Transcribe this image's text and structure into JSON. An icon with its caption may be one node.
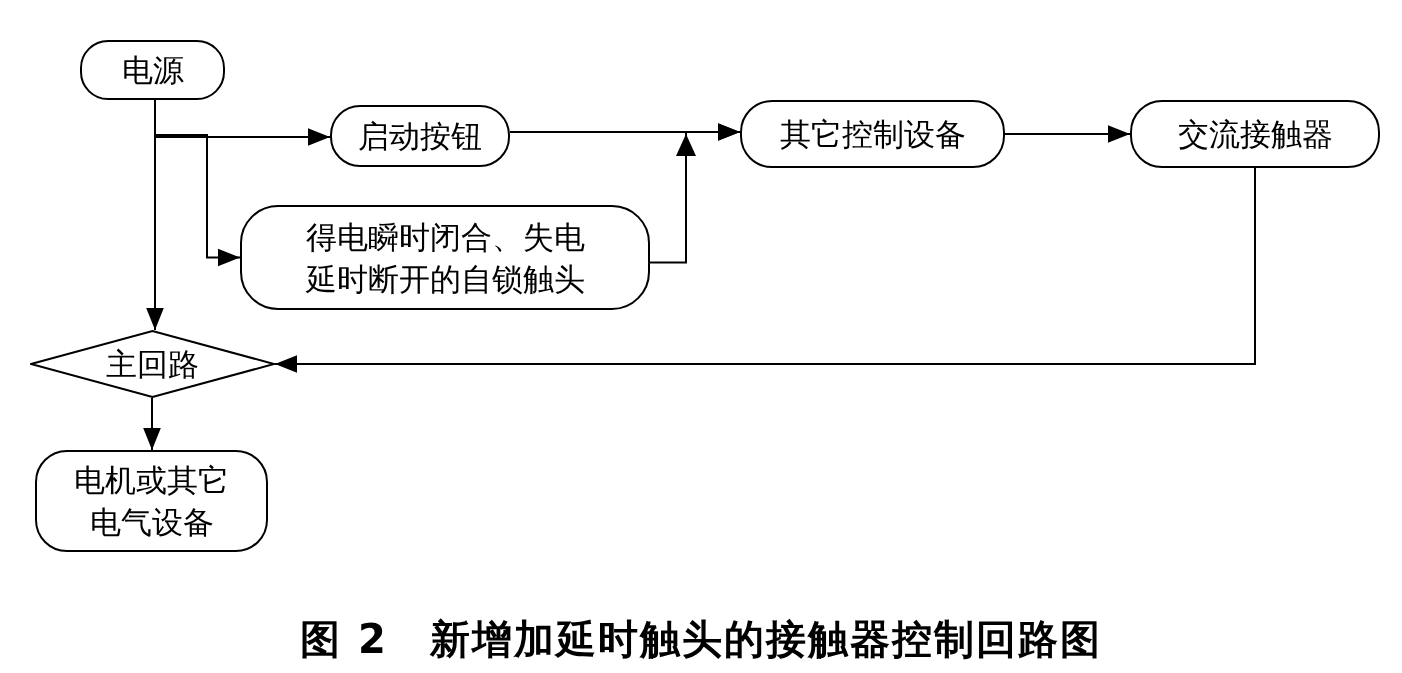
{
  "diagram": {
    "caption": "图 2　新增加延时触头的接触器控制回路图",
    "nodes": [
      {
        "text": [
          "电源"
        ]
      },
      {
        "text": [
          "启动按钮"
        ]
      },
      {
        "text": [
          "得电瞬时闭合、失电延时断开的自锁触头"
        ]
      },
      {
        "text": [
          "其它控制设备"
        ]
      },
      {
        "text": [
          "交流接触器"
        ]
      },
      {
        "text": [
          "主回路"
        ]
      },
      {
        "text": [
          "电机或其它电气设备"
        ]
      }
    ],
    "edges": [
      {
        "from": 0,
        "to": 1,
        "arrow": "to"
      },
      {
        "from": 0,
        "to": 2,
        "arrow": "to"
      },
      {
        "from": 0,
        "to": 5,
        "arrow": "to"
      },
      {
        "from": 1,
        "to": 3,
        "arrow": "to"
      },
      {
        "from": 2,
        "to": 3,
        "arrow": "to"
      },
      {
        "from": 3,
        "to": 4,
        "arrow": "to"
      },
      {
        "from": 4,
        "to": 5,
        "arrow": "to"
      },
      {
        "from": 5,
        "to": 6,
        "arrow": "to"
      }
    ]
  }
}
